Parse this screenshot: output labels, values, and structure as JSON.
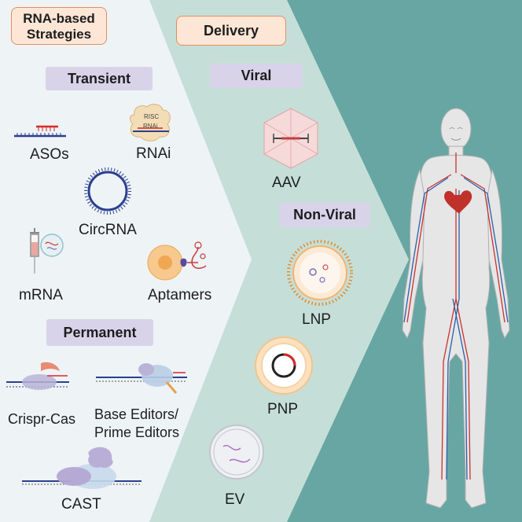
{
  "strategies": {
    "title_line1": "RNA-based",
    "title_line2": "Strategies",
    "transient": "Transient",
    "permanent": "Permanent",
    "items": {
      "asos": "ASOs",
      "rnai": "RNAi",
      "risc": "RISC",
      "rnai_small": "RNAi",
      "circrna": "CircRNA",
      "mrna": "mRNA",
      "aptamers": "Aptamers",
      "crispr": "Crispr-Cas",
      "base_editors": "Base Editors/",
      "prime_editors": "Prime Editors",
      "cast": "CAST"
    }
  },
  "delivery": {
    "title": "Delivery",
    "viral": "Viral",
    "non_viral": "Non-Viral",
    "items": {
      "aav": "AAV",
      "lnp": "LNP",
      "pnp": "PNP",
      "ev": "EV"
    }
  },
  "colors": {
    "panel_left": "#eef3f6",
    "panel_mid": "#c5dfd8",
    "panel_right": "#67a6a3",
    "tag_orange_fill": "#fde6d6",
    "tag_orange_border": "#e58d5e",
    "tag_purple": "#d9d3ea"
  }
}
